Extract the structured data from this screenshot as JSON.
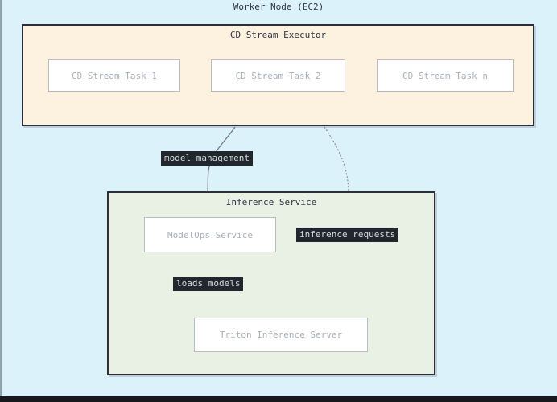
{
  "page": {
    "title": "Worker Node (EC2)"
  },
  "executor": {
    "title": "CD Stream Executor",
    "tasks": [
      {
        "label": "CD Stream Task 1"
      },
      {
        "label": "CD Stream Task 2"
      },
      {
        "label": "CD Stream Task n"
      }
    ]
  },
  "inference": {
    "title": "Inference Service",
    "modelops_label": "ModelOps Service",
    "triton_label": "Triton Inference Server"
  },
  "edges": {
    "model_management": {
      "label": "model management",
      "style": "solid",
      "from": "CD Stream Executor",
      "to": "ModelOps Service"
    },
    "loads_models": {
      "label": "loads models",
      "style": "solid",
      "from": "ModelOps Service",
      "to": "Triton Inference Server"
    },
    "inference_requests": {
      "label": "inference requests",
      "style": "dotted",
      "from": "CD Stream Executor",
      "to": "Triton Inference Server"
    }
  },
  "colors": {
    "page_bg": "#dcf2fb",
    "executor_bg": "#fdf1df",
    "inference_bg": "#e9f1e4",
    "node_bg": "#ffffff",
    "node_border": "#b9bcc4",
    "node_text": "#a9aebd",
    "container_border": "#2e2e38",
    "title_text": "#2f3345",
    "edge_label_bg": "#22272e",
    "edge_label_text": "#d6d9dc",
    "edge_solid": "#707787",
    "edge_dotted": "#8a9199",
    "arrowhead": "#454c63",
    "bottom_bar": "#17191c",
    "left_border": "#8fa4ac"
  }
}
